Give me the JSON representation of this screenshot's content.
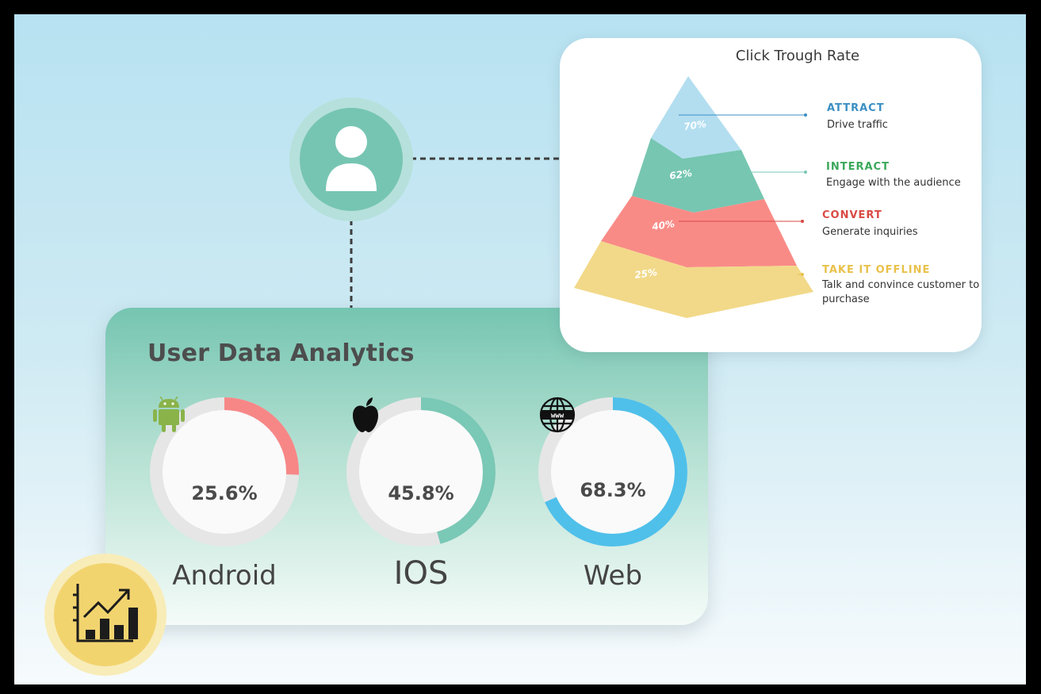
{
  "analytics": {
    "title": "User Data Analytics",
    "gauges": [
      {
        "label": "Android",
        "value_text": "25.6%",
        "value": 25.6,
        "color": "#f78787",
        "icon": "android-icon"
      },
      {
        "label": "IOS",
        "value_text": "45.8%",
        "value": 45.8,
        "color": "#7ac8b6",
        "icon": "apple-icon"
      },
      {
        "label": "Web",
        "value_text": "68.3%",
        "value": 68.3,
        "color": "#4fc0ea",
        "icon": "globe-www-icon"
      }
    ]
  },
  "ctr": {
    "title": "Click Trough Rate",
    "tiers": [
      {
        "pct": "70%",
        "head": "ATTRACT",
        "desc": "Drive traffic",
        "color": "#b3def0",
        "head_color": "#3b8fc4"
      },
      {
        "pct": "62%",
        "head": "INTERACT",
        "desc": "Engage with the audience",
        "color": "#76c6b1",
        "head_color": "#3aa85a"
      },
      {
        "pct": "40%",
        "head": "CONVERT",
        "desc": "Generate inquiries",
        "color": "#f98b87",
        "head_color": "#d94a43"
      },
      {
        "pct": "25%",
        "head": "TAKE IT OFFLINE",
        "desc": "Talk and convince customer to purchase",
        "color": "#f2d989",
        "head_color": "#e9c14a"
      }
    ]
  },
  "icons": {
    "user": "user-icon",
    "chart": "growth-chart-icon"
  }
}
